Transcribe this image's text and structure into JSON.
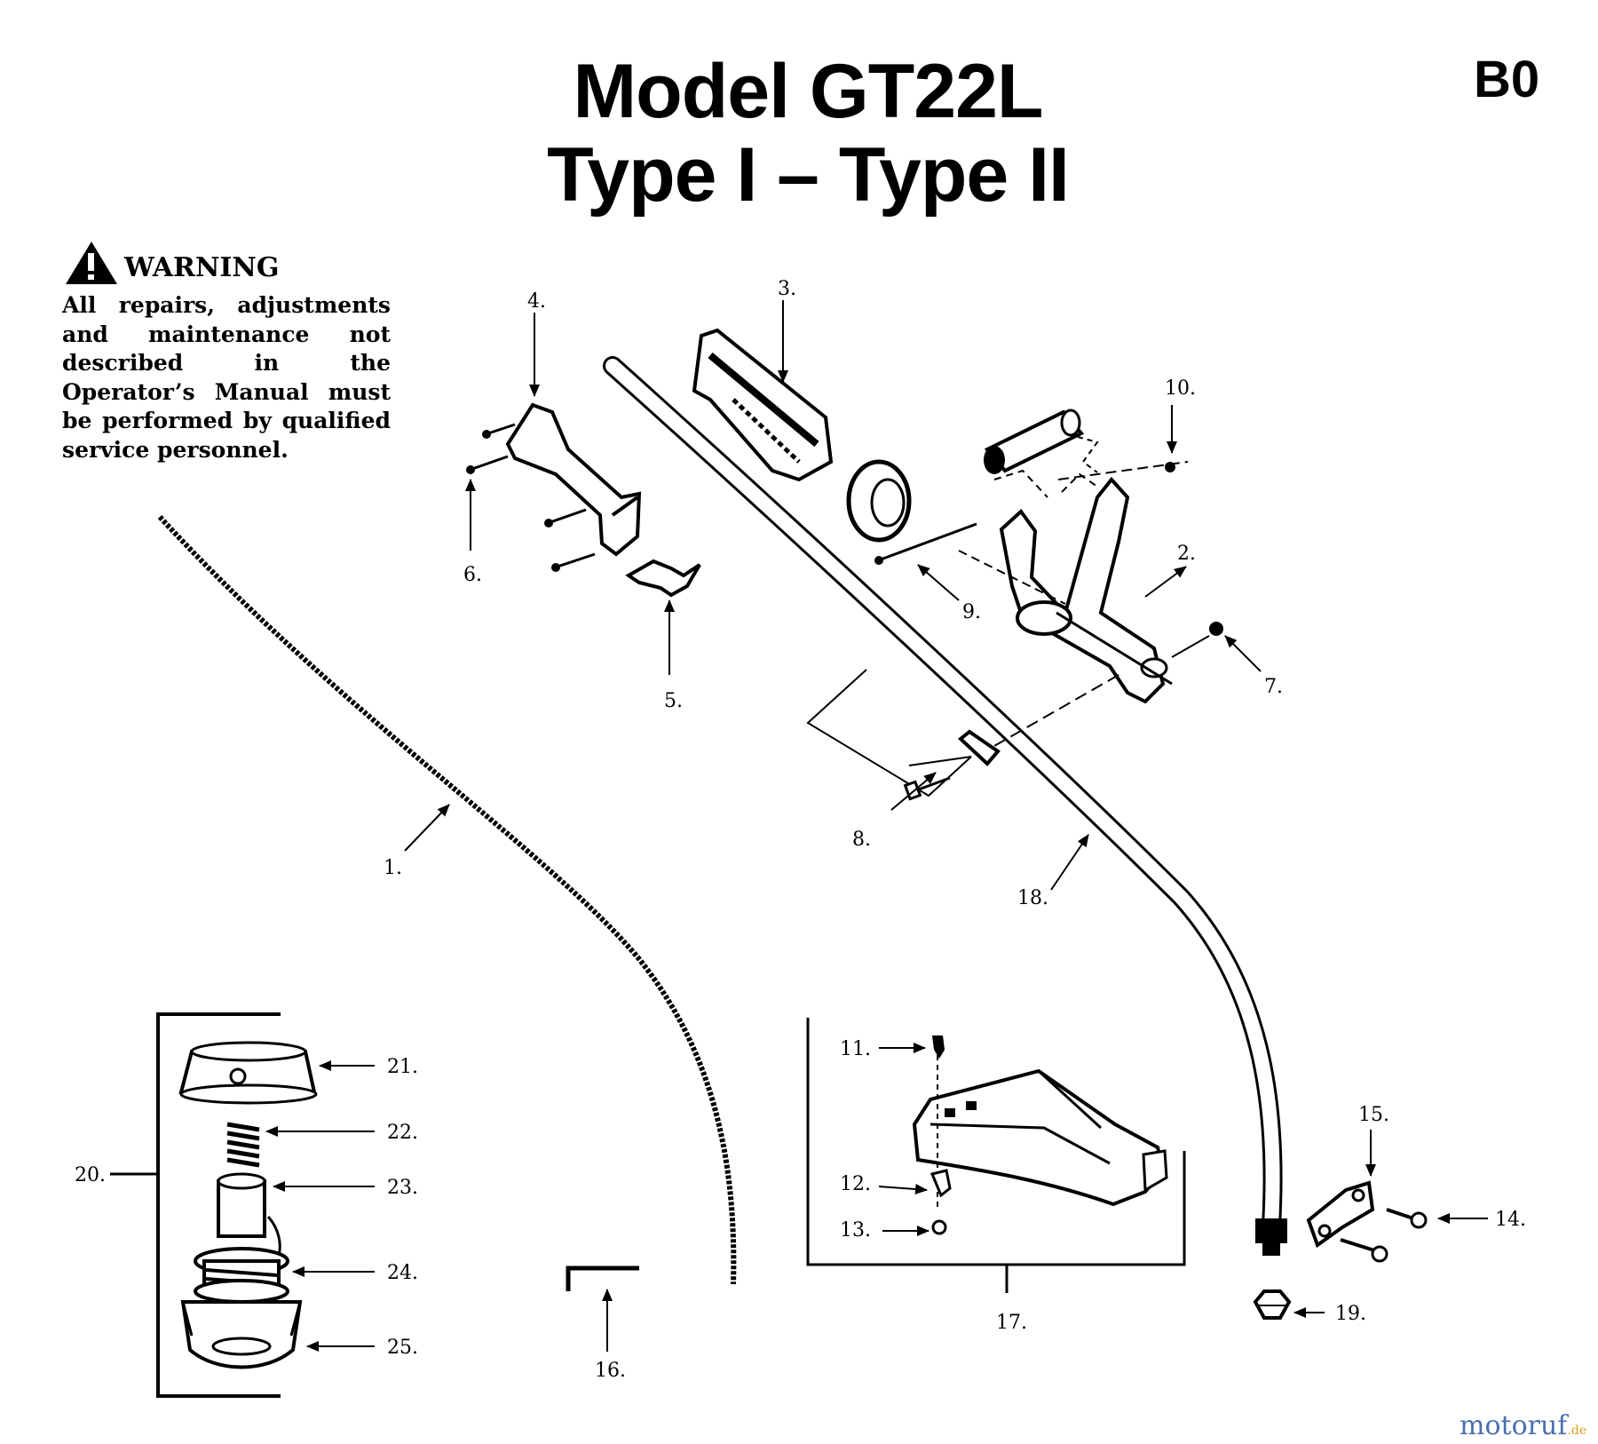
{
  "header": {
    "title_line1": "Model GT22L",
    "title_line2": "Type I – Type II",
    "page_code": "B0"
  },
  "warning": {
    "heading": "WARNING",
    "text": "All repairs, adjustments and maintenance not described in the Operator’s Manual must be performed by qualified service personnel."
  },
  "callouts": [
    "1.",
    "2.",
    "3.",
    "4.",
    "5.",
    "6.",
    "7.",
    "8.",
    "9.",
    "10.",
    "11.",
    "12.",
    "13.",
    "14.",
    "15.",
    "16.",
    "17.",
    "18.",
    "19.",
    "20.",
    "21.",
    "22.",
    "23.",
    "24.",
    "25."
  ],
  "watermark": {
    "brand": "motoruf",
    "suffix": ".de"
  }
}
